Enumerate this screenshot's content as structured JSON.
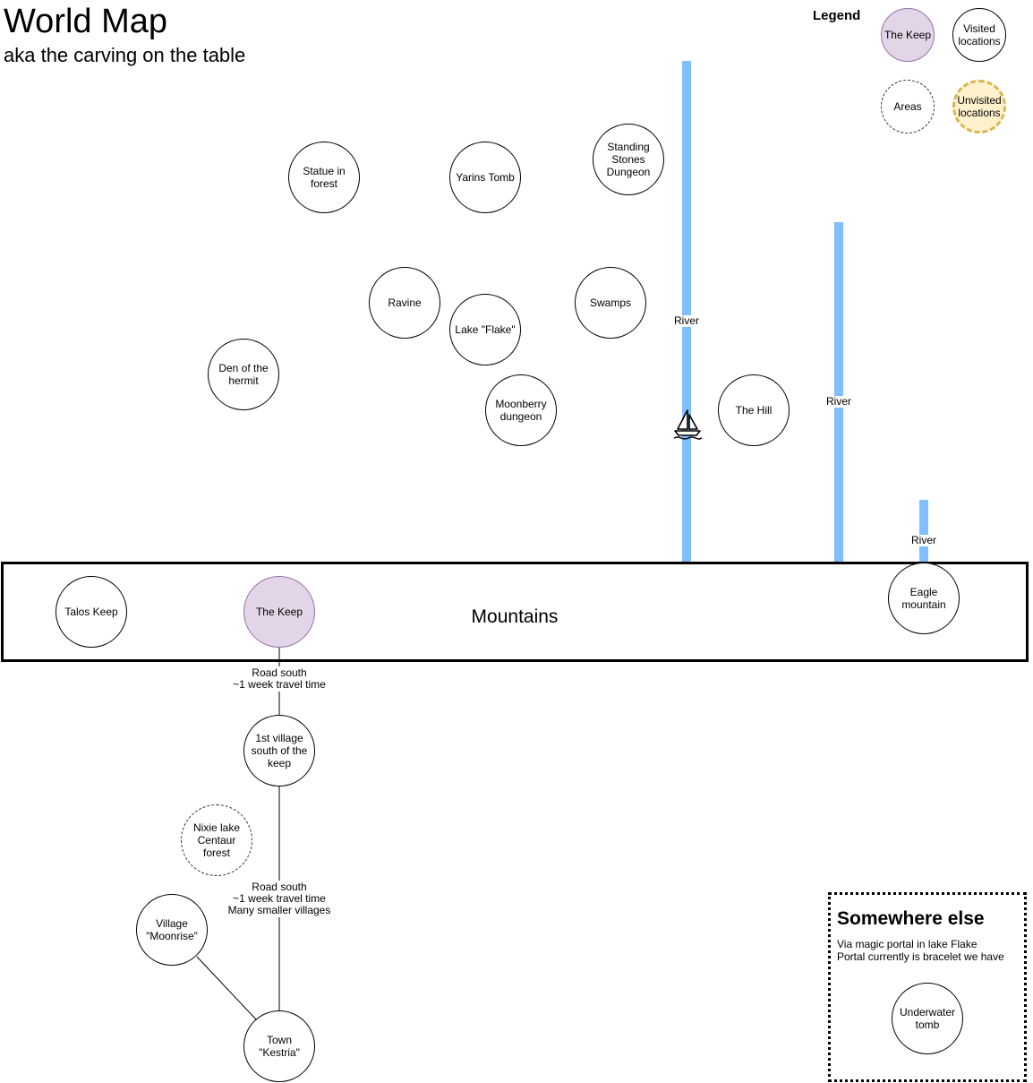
{
  "header": {
    "title": "World Map",
    "subtitle": "aka the carving on the table"
  },
  "legend": {
    "title": "Legend",
    "items": [
      {
        "label": "The Keep",
        "style": "keep"
      },
      {
        "label": "Visited locations",
        "style": "visited"
      },
      {
        "label": "Areas",
        "style": "area"
      },
      {
        "label": "Unvisited locations",
        "style": "unvisited"
      }
    ]
  },
  "locations": {
    "statue": "Statue in forest",
    "yarins_tomb": "Yarins Tomb",
    "standing_stones": "Standing Stones Dungeon",
    "ravine": "Ravine",
    "lake_flake": "Lake \"Flake\"",
    "swamps": "Swamps",
    "den_hermit": "Den of the hermit",
    "moonberry": "Moonberry dungeon",
    "the_hill": "The Hill",
    "talos_keep": "Talos Keep",
    "the_keep": "The Keep",
    "eagle_mountain": "Eagle mountain",
    "first_village": "1st village south of the keep",
    "nixie_lake": "Nixie lake Centaur forest",
    "village_moonrise": "Village \"Moonrise\"",
    "town_kestria": "Town \"Kestria\"",
    "underwater_tomb": "Underwater tomb"
  },
  "rivers": {
    "label_1": "River",
    "label_2": "River",
    "label_3": "River"
  },
  "mountains": {
    "label": "Mountains"
  },
  "roads": {
    "road_1": [
      "Road south",
      "~1 week travel time"
    ],
    "road_2": [
      "Road south",
      "~1 week travel time",
      "Many smaller villages"
    ]
  },
  "somewhere_else": {
    "title": "Somewhere else",
    "lines": [
      "Via magic portal in lake Flake",
      "Portal currently is bracelet we have"
    ]
  },
  "colors": {
    "river": "#7fbfff",
    "keep_fill": "#e1d5e7",
    "keep_border": "#9673a6",
    "unvisited_fill": "#fff2cc",
    "unvisited_border": "#d6b656"
  },
  "icons": {
    "boat": "sailboat-icon"
  }
}
